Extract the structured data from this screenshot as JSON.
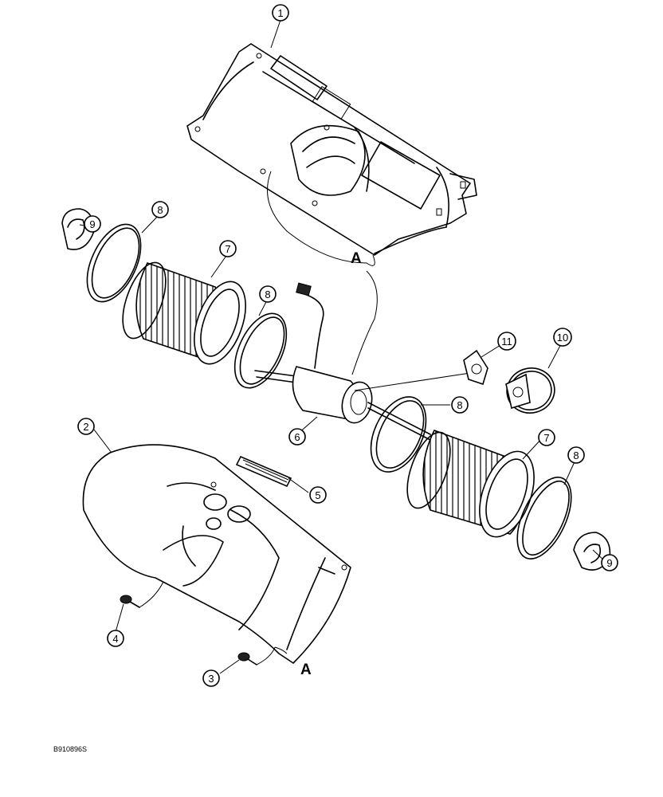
{
  "callouts": [
    {
      "id": "callout-1",
      "num": "1"
    },
    {
      "id": "callout-2",
      "num": "2"
    },
    {
      "id": "callout-3",
      "num": "3"
    },
    {
      "id": "callout-4",
      "num": "4"
    },
    {
      "id": "callout-5",
      "num": "5"
    },
    {
      "id": "callout-6",
      "num": "6"
    },
    {
      "id": "callout-7a",
      "num": "7"
    },
    {
      "id": "callout-7b",
      "num": "7"
    },
    {
      "id": "callout-8a",
      "num": "8"
    },
    {
      "id": "callout-8b",
      "num": "8"
    },
    {
      "id": "callout-8c",
      "num": "8"
    },
    {
      "id": "callout-8d",
      "num": "8"
    },
    {
      "id": "callout-9a",
      "num": "9"
    },
    {
      "id": "callout-9b",
      "num": "9"
    },
    {
      "id": "callout-10",
      "num": "10"
    },
    {
      "id": "callout-11",
      "num": "11"
    }
  ],
  "references": {
    "a_top": "A",
    "a_bottom": "A"
  },
  "figure_code": "B910896S"
}
